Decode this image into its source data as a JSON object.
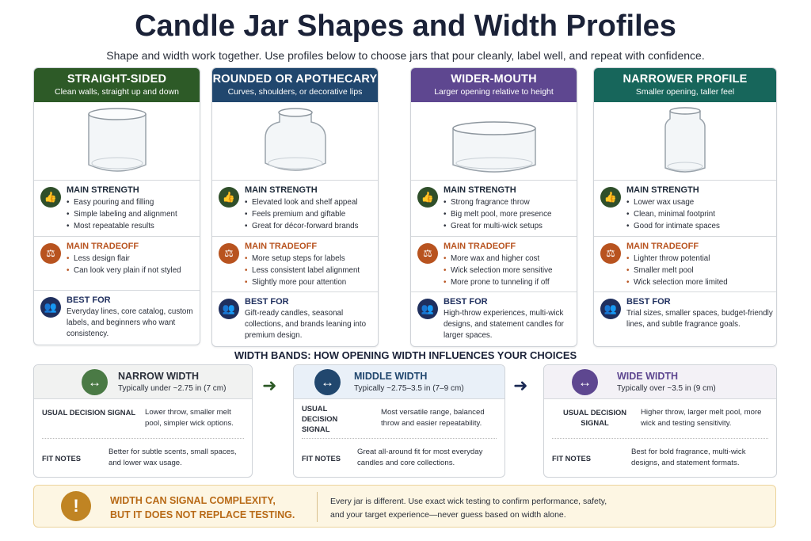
{
  "header": {
    "title": "Candle Jar Shapes and Width Profiles",
    "subtitle": "Shape and width work together. Use profiles below to choose jars that pour cleanly, label well, and repeat with confidence."
  },
  "colors": {
    "straight": "#2d5a27",
    "rounded": "#21476e",
    "wider": "#5e4790",
    "narrower": "#17665b",
    "strength": "#2f4f2a",
    "tradeoff": "#b8531f",
    "bestfor": "#1f2f5e",
    "warning": "#c08423"
  },
  "cards": [
    {
      "title": "STRAIGHT-SIDED",
      "subtitle": "Clean walls, straight up and down",
      "jar": "straight",
      "strength_label": "MAIN STRENGTH",
      "strengths": [
        "Easy pouring and filling",
        "Simple labeling and alignment",
        "Most repeatable results"
      ],
      "tradeoff_label": "MAIN TRADEOFF",
      "tradeoffs": [
        "Less design flair",
        "Can look very plain if not styled"
      ],
      "bestfor_label": "BEST FOR",
      "bestfor": "Everyday lines, core catalog, custom labels, and beginners who want consistency."
    },
    {
      "title": "ROUNDED OR APOTHECARY",
      "subtitle": "Curves, shoulders, or decorative lips",
      "jar": "apothecary",
      "strength_label": "MAIN STRENGTH",
      "strengths": [
        "Elevated look and shelf appeal",
        "Feels premium and giftable",
        "Great for décor-forward brands"
      ],
      "tradeoff_label": "MAIN TRADEOFF",
      "tradeoffs": [
        "More setup steps for labels",
        "Less consistent label alignment",
        "Slightly more pour attention"
      ],
      "bestfor_label": "BEST FOR",
      "bestfor": "Gift-ready candles, seasonal collections, and brands leaning into premium design."
    },
    {
      "title": "WIDER-MOUTH",
      "subtitle": "Larger opening relative to height",
      "jar": "wide",
      "strength_label": "MAIN STRENGTH",
      "strengths": [
        "Strong fragrance throw",
        "Big melt pool, more presence",
        "Great for multi-wick setups"
      ],
      "tradeoff_label": "MAIN TRADEOFF",
      "tradeoffs": [
        "More wax and higher cost",
        "Wick selection more sensitive",
        "More prone to tunneling if off"
      ],
      "bestfor_label": "BEST FOR",
      "bestfor": "High-throw experiences, multi-wick designs, and statement candles for larger spaces."
    },
    {
      "title": "NARROWER PROFILE",
      "subtitle": "Smaller opening, taller feel",
      "jar": "narrow",
      "strength_label": "MAIN STRENGTH",
      "strengths": [
        "Lower wax usage",
        "Clean, minimal footprint",
        "Good for intimate spaces"
      ],
      "tradeoff_label": "MAIN TRADEOFF",
      "tradeoffs": [
        "Lighter throw potential",
        "Smaller melt pool",
        "Wick selection more limited"
      ],
      "bestfor_label": "BEST FOR",
      "bestfor": "Trial sizes, smaller spaces, budget-friendly lines, and subtle fragrance goals."
    }
  ],
  "width_bands": {
    "title": "WIDTH BANDS: HOW OPENING WIDTH INFLUENCES YOUR CHOICES",
    "bands": [
      {
        "title": "NARROW WIDTH",
        "range": "Typically under ~2.75 in (7 cm)",
        "signal_label": "USUAL DECISION SIGNAL",
        "signal": "Lower throw, smaller melt pool, simpler wick options.",
        "fit_label": "FIT NOTES",
        "fit": "Better for subtle scents, small spaces, and lower wax usage.",
        "color": "#4a7a45",
        "head_bg": "#f1f2f1"
      },
      {
        "title": "MIDDLE WIDTH",
        "range": "Typically ~2.75–3.5 in (7–9 cm)",
        "signal_label": "USUAL DECISION SIGNAL",
        "signal": "Most versatile range, balanced throw and easier repeatability.",
        "fit_label": "FIT NOTES",
        "fit": "Great all-around fit for most everyday candles and core collections.",
        "color": "#21476e",
        "head_bg": "#e9f0f8"
      },
      {
        "title": "WIDE WIDTH",
        "range": "Typically over ~3.5 in (9 cm)",
        "signal_label": "USUAL DECISION SIGNAL",
        "signal": "Higher throw, larger melt pool, more wick and testing sensitivity.",
        "fit_label": "FIT NOTES",
        "fit": "Best for bold fragrance, multi-wick designs, and statement formats.",
        "color": "#5e4790",
        "head_bg": "#f3f1f6"
      }
    ]
  },
  "note": {
    "heading_line1": "WIDTH CAN SIGNAL COMPLEXITY,",
    "heading_line2": "BUT IT DOES NOT REPLACE TESTING.",
    "text_line1": "Every jar is different. Use exact wick testing to confirm performance, safety,",
    "text_line2": "and your target experience—never guess based on width alone."
  }
}
